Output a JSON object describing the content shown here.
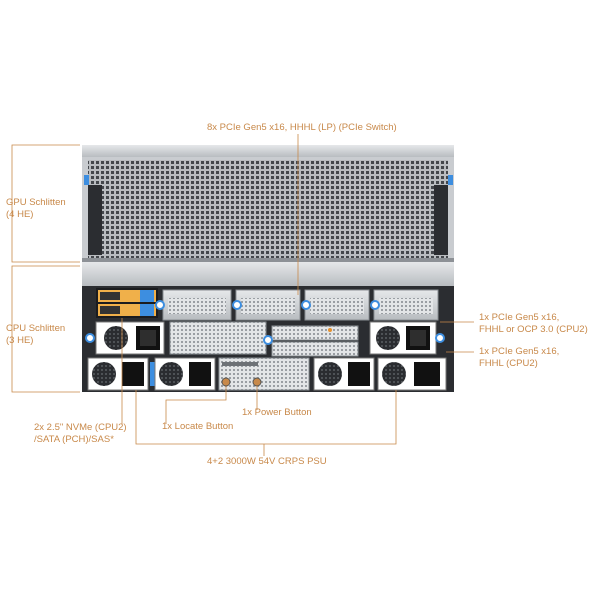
{
  "labels": {
    "pcie_switch": "8x PCIe Gen5 x16, HHHL (LP) (PCIe Switch)",
    "gpu_sled_line1": "GPU Schlitten",
    "gpu_sled_line2": "(4 HE)",
    "cpu_sled_line1": "CPU Schlitten",
    "cpu_sled_line2": "(3 HE)",
    "pcie_ocp_line1": "1x PCIe Gen5 x16,",
    "pcie_ocp_line2": "FHHL or OCP 3.0 (CPU2)",
    "pcie_fhhl_line1": "1x PCIe Gen5 x16,",
    "pcie_fhhl_line2": "FHHL (CPU2)",
    "nvme_line1": "2x 2.5\" NVMe (CPU2)",
    "nvme_line2": "/SATA (PCH)/SAS*",
    "locate_button": "1x Locate Button",
    "power_button": "1x Power Button",
    "psu": "4+2 3000W 54V CRPS PSU"
  },
  "colors": {
    "accent": "#c8894a",
    "chassis_dark": "#2b2d31",
    "metal_light": "#d6d8db",
    "metal_mid": "#a9adb2",
    "latch_blue": "#3d8ee0",
    "psu_handle": "#f2a21a"
  }
}
